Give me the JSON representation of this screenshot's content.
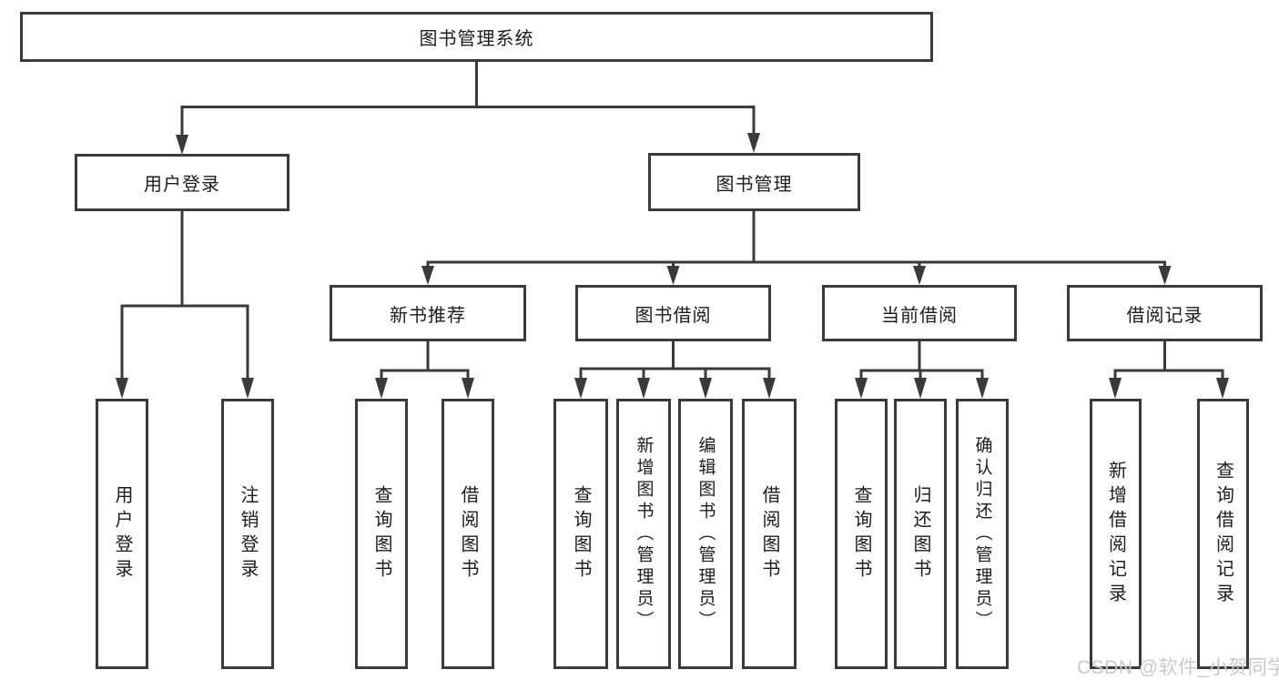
{
  "diagram": {
    "root": {
      "label": "图书管理系统"
    },
    "level2": [
      {
        "label": "用户登录"
      },
      {
        "label": "图书管理"
      }
    ],
    "level3": [
      {
        "label": "新书推荐"
      },
      {
        "label": "图书借阅"
      },
      {
        "label": "当前借阅"
      },
      {
        "label": "借阅记录"
      }
    ],
    "leaves": {
      "user_login": [
        {
          "label": "用户登录"
        },
        {
          "label": "注销登录"
        }
      ],
      "new_books": [
        {
          "label": "查询图书"
        },
        {
          "label": "借阅图书"
        }
      ],
      "book_borrowing": [
        {
          "label": "查询图书"
        },
        {
          "label": "新增图书（管理员）"
        },
        {
          "label": "编辑图书（管理员）"
        },
        {
          "label": "借阅图书"
        }
      ],
      "current_borrowing": [
        {
          "label": "查询图书"
        },
        {
          "label": "归还图书"
        },
        {
          "label": "确认归还（管理员）"
        }
      ],
      "borrow_records": [
        {
          "label": "新增借阅记录"
        },
        {
          "label": "查询借阅记录"
        }
      ]
    }
  },
  "watermark": {
    "text": "CSDN @软件_小贺同学"
  },
  "colors": {
    "line": "#3a3a3a",
    "text": "#1c1c1c",
    "background": "#ffffff",
    "watermark": "#c9c9c9"
  }
}
